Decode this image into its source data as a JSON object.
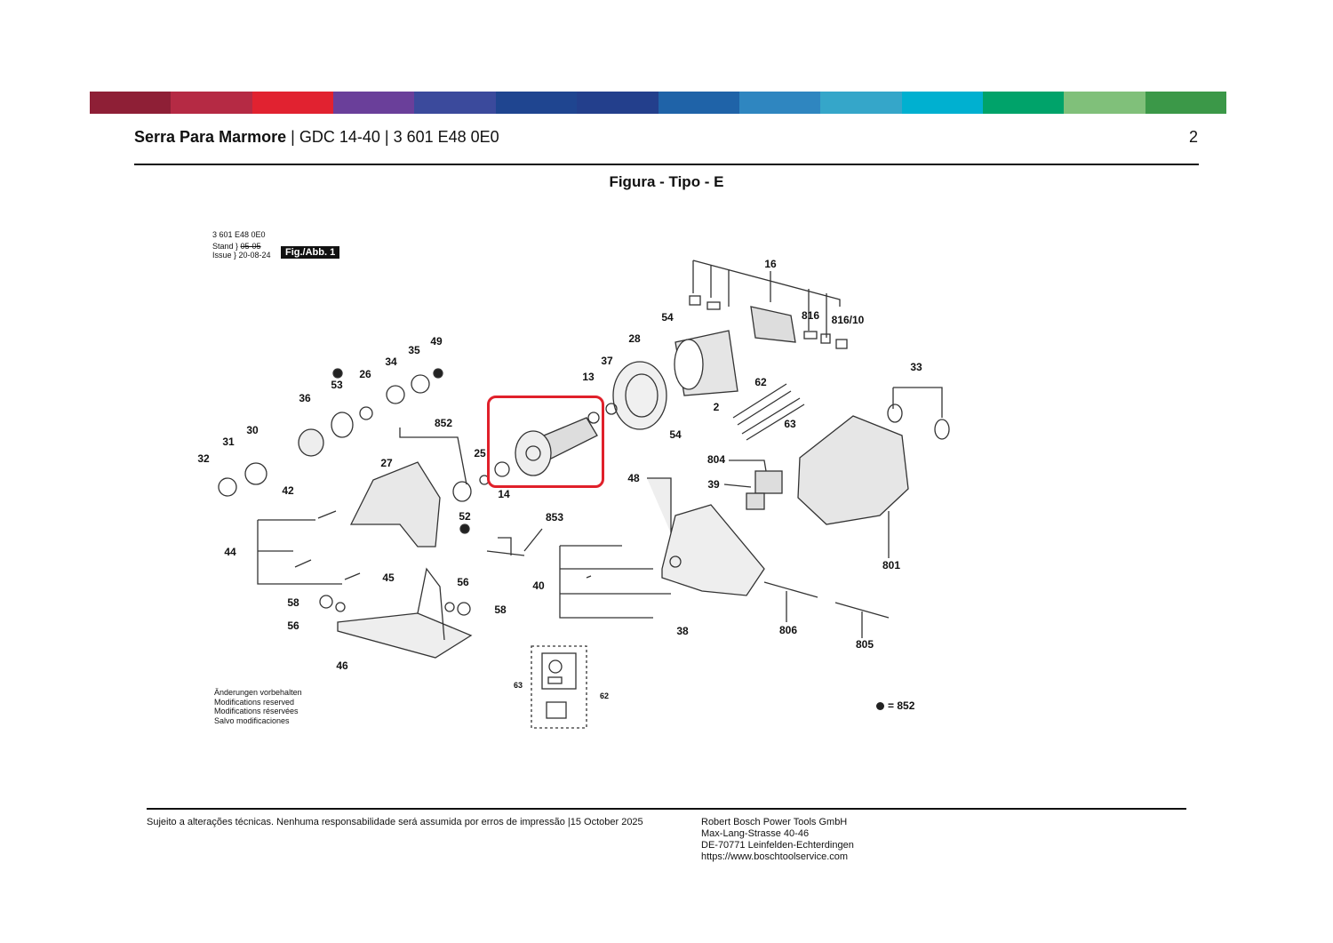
{
  "colors": {
    "bar": [
      "#8e1f36",
      "#b52a44",
      "#e12230",
      "#6a3f9a",
      "#3b4a9c",
      "#1f4590",
      "#233f8c",
      "#1f63a8",
      "#2f86c0",
      "#35a6c9",
      "#00b0d0",
      "#00a36a",
      "#80c07a",
      "#3b9848"
    ],
    "highlight": "#e0202a"
  },
  "header": {
    "product": "Serra Para Marmore",
    "separator": "|",
    "model": "GDC 14-40",
    "part_number": "3 601 E48 0E0",
    "page": "2"
  },
  "figure_title": "Figura - Tipo - E",
  "stamp": {
    "code": "3 601 E48 0E0",
    "stand_label": "Stand",
    "stand_value": "05-05",
    "issue_label": "Issue",
    "issue_value": "20-08-24",
    "fig_label": "Fig./Abb. 1"
  },
  "diagram": {
    "labels": [
      "16",
      "816",
      "816/10",
      "54",
      "28",
      "37",
      "13",
      "33",
      "62",
      "63",
      "2",
      "54",
      "49",
      "35",
      "34",
      "26",
      "53",
      "36",
      "852",
      "30",
      "31",
      "32",
      "42",
      "27",
      "25",
      "14",
      "52",
      "853",
      "804",
      "39",
      "48",
      "801",
      "44",
      "45",
      "56",
      "58",
      "56",
      "58",
      "40",
      "46",
      "38",
      "806",
      "805",
      "63",
      "62"
    ]
  },
  "notes": [
    "Änderungen vorbehalten",
    "Modifications reserved",
    "Modifications réservées",
    "Salvo modificaciones"
  ],
  "legend": {
    "text": "= 852"
  },
  "footer": {
    "disclaimer": "Sujeito a alterações técnicas. Nenhuma responsabilidade será assumida por erros de impressão |15 October 2025",
    "company": "Robert Bosch Power Tools GmbH",
    "street": "Max-Lang-Strasse 40-46",
    "city": "DE-70771 Leinfelden-Echterdingen",
    "url": "https://www.boschtoolservice.com"
  }
}
